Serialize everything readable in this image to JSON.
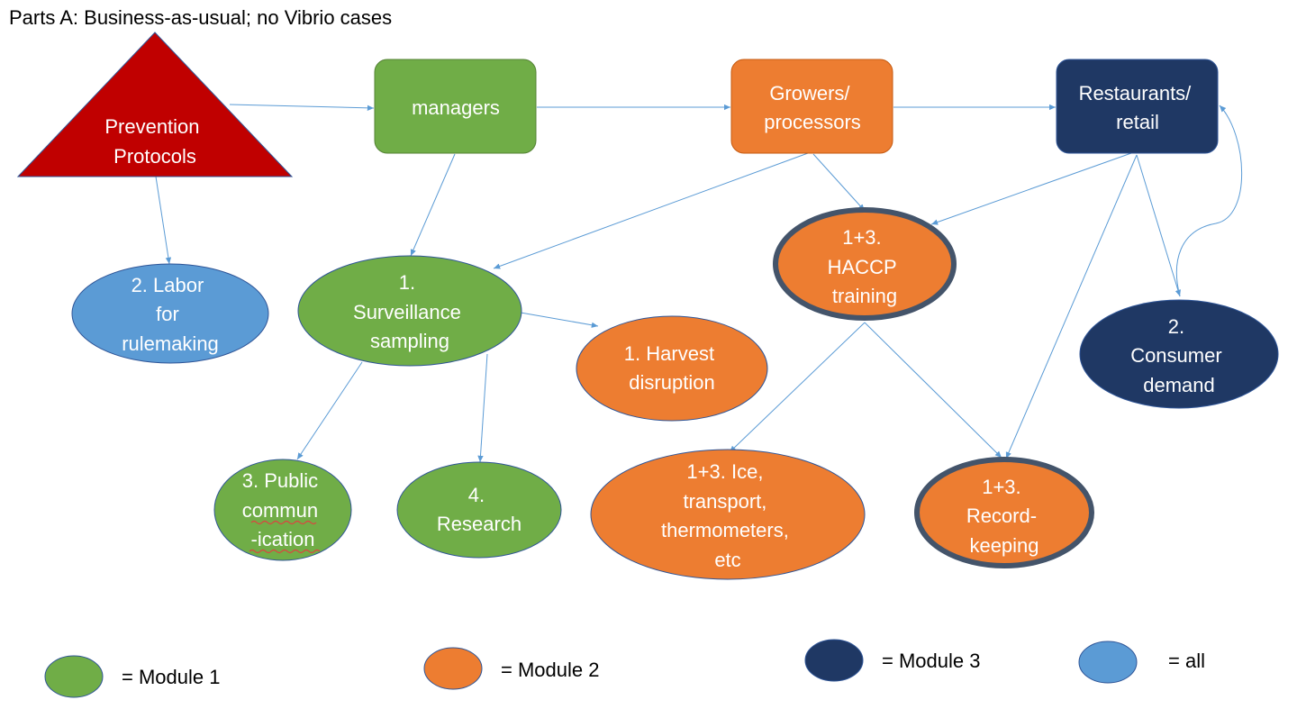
{
  "title": "Parts A: Business-as-usual; no Vibrio cases",
  "colors": {
    "module1": "#70ad47",
    "module2": "#ed7d31",
    "module3": "#1f3864",
    "all": "#5b9bd5",
    "prevention": "#c00000",
    "edge": "#5b9bd5"
  },
  "nodes": {
    "prevention": {
      "lines": [
        "Prevention",
        "Protocols"
      ]
    },
    "managers": {
      "lines": [
        "managers"
      ]
    },
    "growers": {
      "lines": [
        "Growers/",
        "processors"
      ]
    },
    "restaurants": {
      "lines": [
        "Restaurants/",
        "retail"
      ]
    },
    "labor": {
      "lines": [
        "2. Labor",
        "for",
        "rulemaking"
      ]
    },
    "surveillance": {
      "lines": [
        "1.",
        "Surveillance",
        "sampling"
      ]
    },
    "haccp": {
      "lines": [
        "1+3.",
        "HACCP",
        "training"
      ]
    },
    "consumer": {
      "lines": [
        "2.",
        "Consumer",
        "demand"
      ]
    },
    "harvest": {
      "lines": [
        "1. Harvest",
        "disruption"
      ]
    },
    "public": {
      "lines": [
        "3. Public",
        "commun",
        "-ication"
      ]
    },
    "research": {
      "lines": [
        "4.",
        "Research"
      ]
    },
    "ice": {
      "lines": [
        "1+3. Ice,",
        "transport,",
        "thermometers,",
        "etc"
      ]
    },
    "record": {
      "lines": [
        "1+3.",
        "Record-",
        "keeping"
      ]
    }
  },
  "legend": {
    "module1": "= Module 1",
    "module2": "= Module 2",
    "module3": "= Module 3",
    "all": "= all"
  }
}
